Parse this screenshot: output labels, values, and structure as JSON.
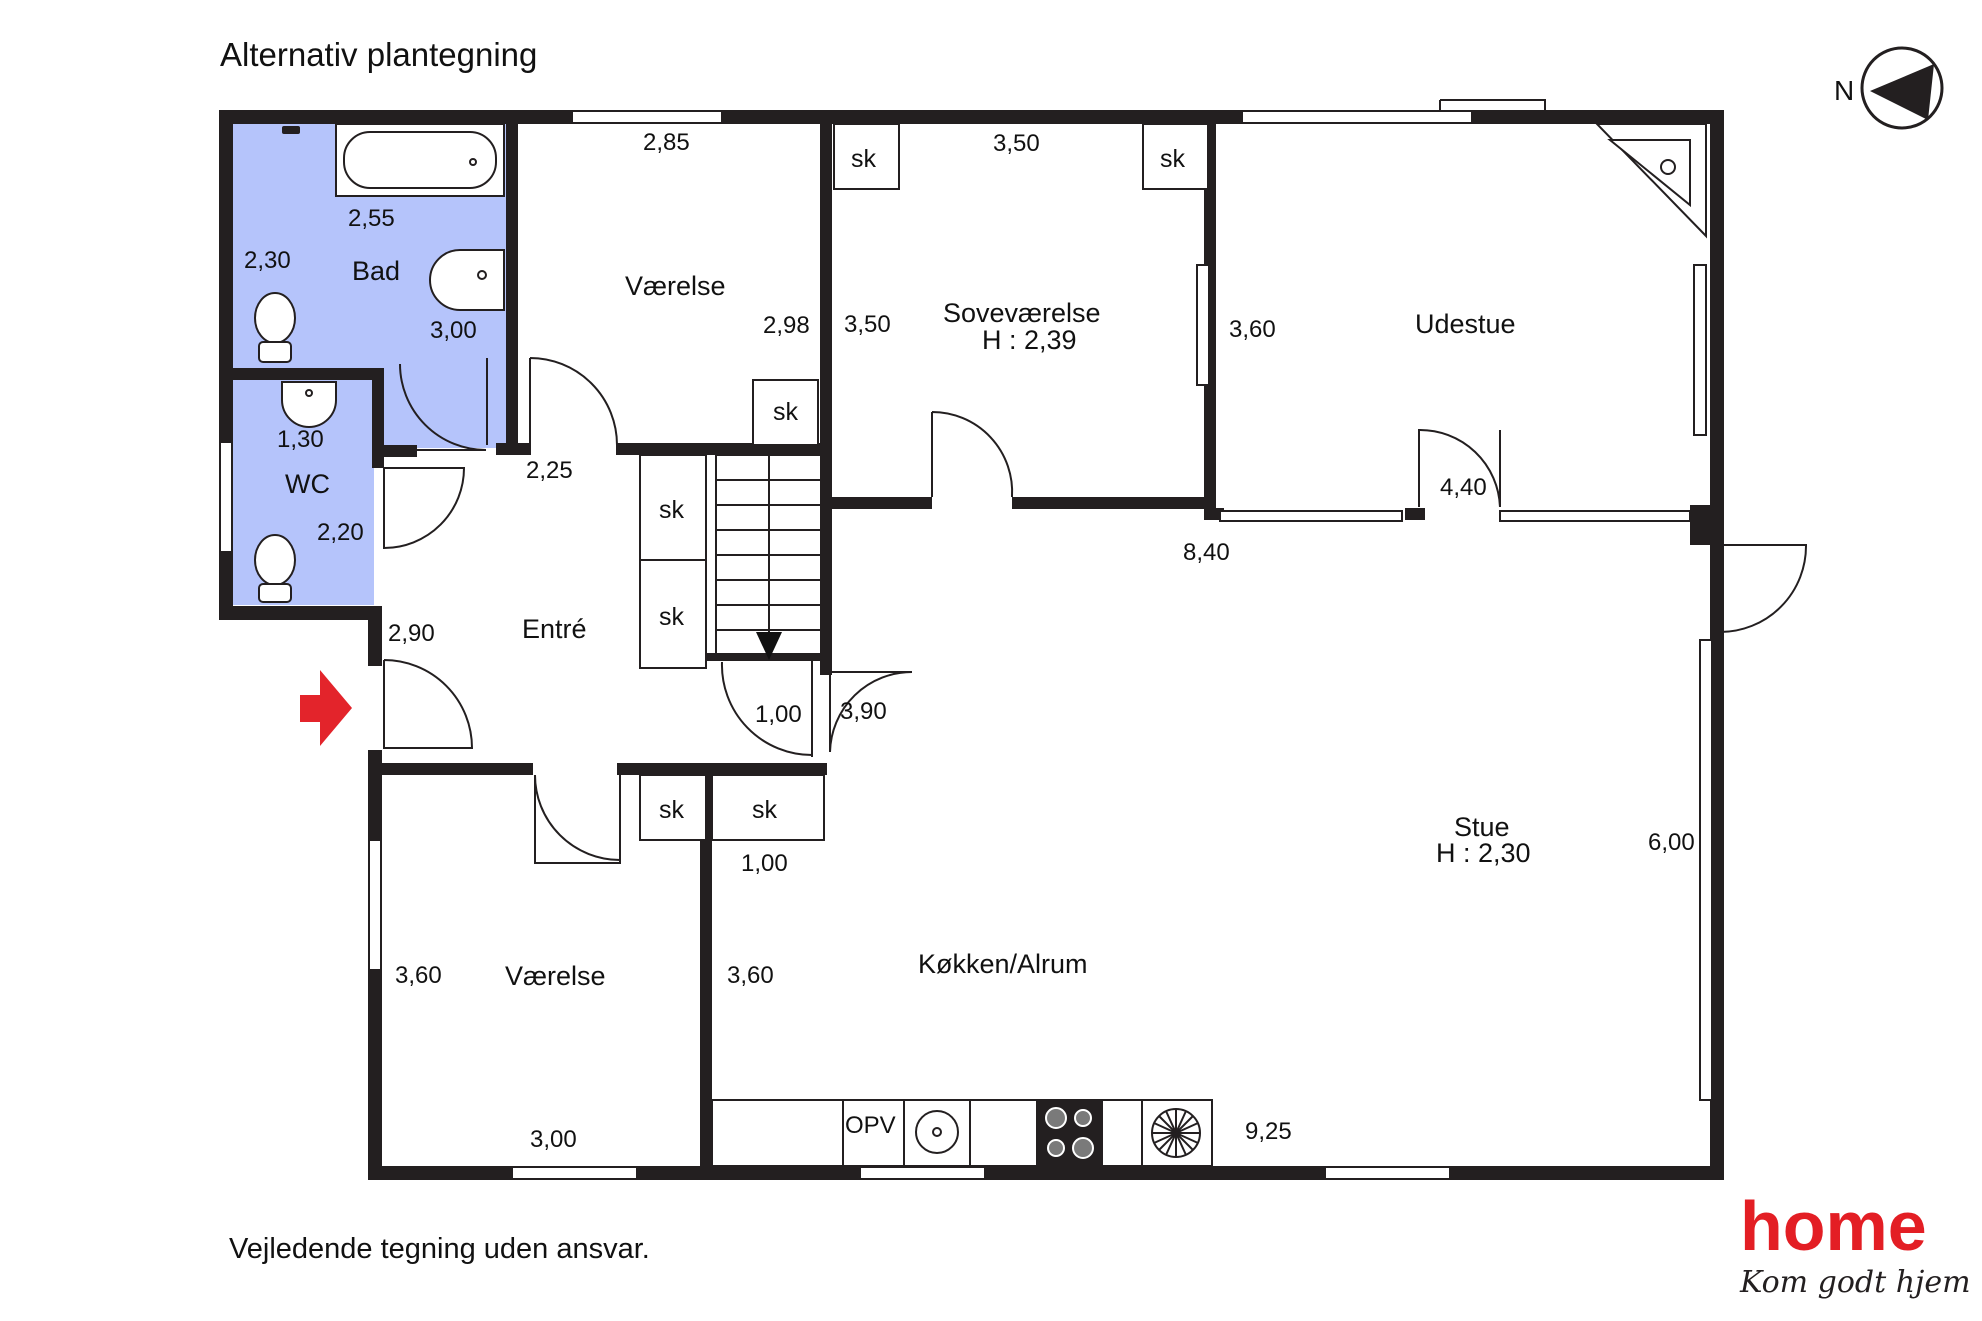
{
  "title": "Alternativ plantegning",
  "disclaimer": "Vejledende tegning uden ansvar.",
  "compass": {
    "label": "N"
  },
  "logo": {
    "brand": "home",
    "tagline": "Kom godt hjem",
    "color": "#e31e24"
  },
  "colors": {
    "wet_room": "#b5c4fb",
    "wall": "#231f20",
    "entrance_arrow": "#e3242b"
  },
  "rooms": {
    "bad": "Bad",
    "wc": "WC",
    "vaerelse_top": "Værelse",
    "sovevaerelse": "Soveværelse",
    "sovevaerelse_height": "H : 2,39",
    "udestue": "Udestue",
    "entre": "Entré",
    "stue": "Stue",
    "stue_height": "H : 2,30",
    "koekken": "Køkken/Alrum",
    "vaerelse_bottom": "Værelse"
  },
  "closet_label": "sk",
  "appliance_label": "OPV",
  "dimensions": {
    "bad_top": "2,55",
    "bad_left": "2,30",
    "bad_right": "3,00",
    "wc_top": "1,30",
    "wc_right": "2,20",
    "vaerelse_top_width": "2,85",
    "vaerelse_top_right": "2,98",
    "entre_top": "2,25",
    "entre_left": "2,90",
    "sove_width": "3,50",
    "sove_left": "3,50",
    "udestue_left": "3,60",
    "udestue_bottom": "4,40",
    "stue_width": "8,40",
    "stair_width": "1,00",
    "stair_length": "3,90",
    "closet_width": "1,00",
    "stue_right": "6,00",
    "vaerelse_bottom_left": "3,60",
    "vaerelse_bottom_width": "3,00",
    "koekken_left": "3,60",
    "koekken_bottom": "9,25"
  }
}
